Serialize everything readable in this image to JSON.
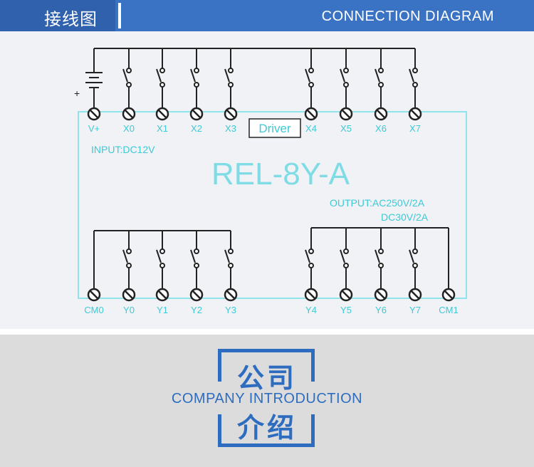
{
  "header": {
    "title": "接线图",
    "subtitle": "CONNECTION  DIAGRAM"
  },
  "diagram": {
    "model": "REL-8Y-A",
    "input_spec": "INPUT:DC12V",
    "output_spec_1": "OUTPUT:AC250V/2A",
    "output_spec_2": "DC30V/2A",
    "driver_label": "Driver",
    "battery_plus": "+",
    "top_terminals": [
      "V+",
      "X0",
      "X1",
      "X2",
      "X3",
      "X4",
      "X5",
      "X6",
      "X7"
    ],
    "bottom_terminals": [
      "CM0",
      "Y0",
      "Y1",
      "Y2",
      "Y3",
      "Y4",
      "Y5",
      "Y6",
      "Y7",
      "CM1"
    ],
    "colors": {
      "wire": "#222222",
      "label": "#3ec9d6",
      "accent": "#2e6cc0"
    }
  },
  "intro": {
    "title_top": "公司",
    "subtitle": "COMPANY  INTRODUCTION",
    "title_bottom": "介绍"
  }
}
